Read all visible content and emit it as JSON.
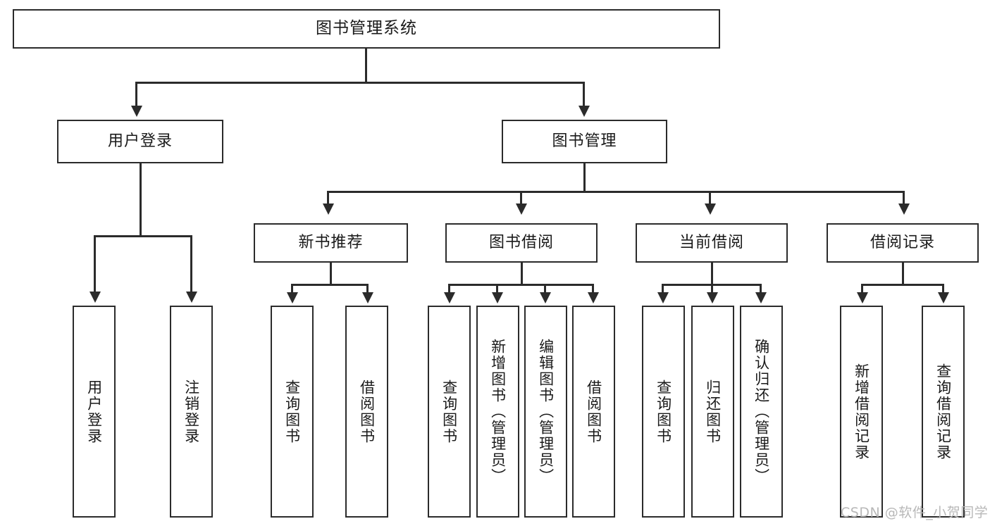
{
  "diagram": {
    "title": "图书管理系统",
    "type": "hierarchy-tree",
    "root": {
      "id": "root",
      "label": "图书管理系统"
    },
    "level2": [
      {
        "id": "user-login",
        "label": "用户登录"
      },
      {
        "id": "book-management",
        "label": "图书管理"
      }
    ],
    "level3": [
      {
        "id": "new-book-recommend",
        "label": "新书推荐",
        "parent": "book-management"
      },
      {
        "id": "book-borrow",
        "label": "图书借阅",
        "parent": "book-management"
      },
      {
        "id": "current-borrow",
        "label": "当前借阅",
        "parent": "book-management"
      },
      {
        "id": "borrow-record",
        "label": "借阅记录",
        "parent": "book-management"
      }
    ],
    "leaves": {
      "user-login": [
        {
          "id": "leaf-user-login",
          "label": "用户登录"
        },
        {
          "id": "leaf-user-logout",
          "label": "注销登录"
        }
      ],
      "new-book-recommend": [
        {
          "id": "leaf-query-book-1",
          "label": "查询图书"
        },
        {
          "id": "leaf-borrow-book-1",
          "label": "借阅图书"
        }
      ],
      "book-borrow": [
        {
          "id": "leaf-query-book-2",
          "label": "查询图书"
        },
        {
          "id": "leaf-add-book",
          "label": "新增图书（管理员）"
        },
        {
          "id": "leaf-edit-book",
          "label": "编辑图书（管理员）"
        },
        {
          "id": "leaf-borrow-book-2",
          "label": "借阅图书"
        }
      ],
      "current-borrow": [
        {
          "id": "leaf-query-book-3",
          "label": "查询图书"
        },
        {
          "id": "leaf-return-book",
          "label": "归还图书"
        },
        {
          "id": "leaf-confirm-return",
          "label": "确认归还（管理员）"
        }
      ],
      "borrow-record": [
        {
          "id": "leaf-add-record",
          "label": "新增借阅记录"
        },
        {
          "id": "leaf-query-record",
          "label": "查询借阅记录"
        }
      ]
    }
  },
  "watermark": {
    "text": "CSDN @软件_小贺同学"
  },
  "colors": {
    "stroke": "#2b2b2b",
    "fill": "#ffffff",
    "text": "#1a1a1a",
    "watermark": "#b8b8b8"
  }
}
